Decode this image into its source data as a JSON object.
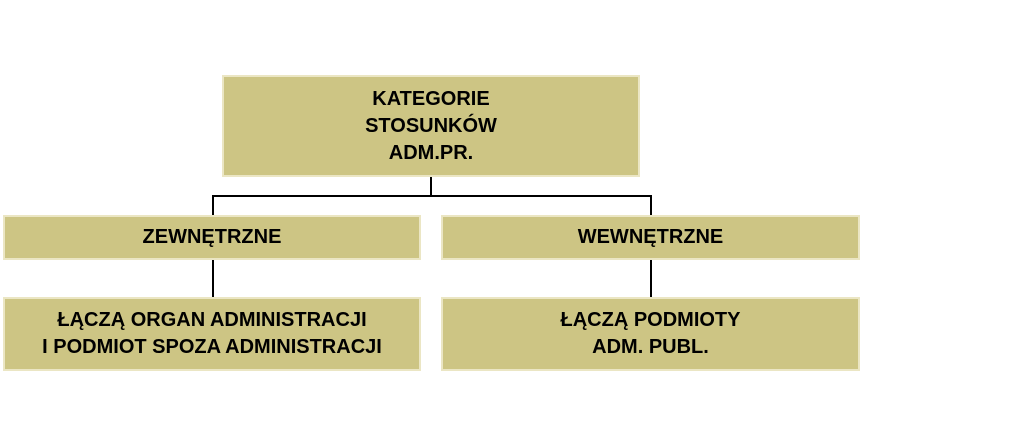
{
  "colors": {
    "box_fill": "#cdc584",
    "box_border": "#ebe6c4",
    "connector": "#000000",
    "text": "#000000"
  },
  "root": {
    "lines": [
      "KATEGORIE",
      "STOSUNKÓW",
      "ADM.PR."
    ]
  },
  "left": {
    "category": "ZEWNĘTRZNE",
    "detail_lines": [
      "ŁĄCZĄ ORGAN ADMINISTRACJI",
      "I PODMIOT SPOZA ADMINISTRACJI"
    ]
  },
  "right": {
    "category": "WEWNĘTRZNE",
    "detail_lines": [
      "ŁĄCZĄ PODMIOTY",
      "ADM. PUBL."
    ]
  }
}
